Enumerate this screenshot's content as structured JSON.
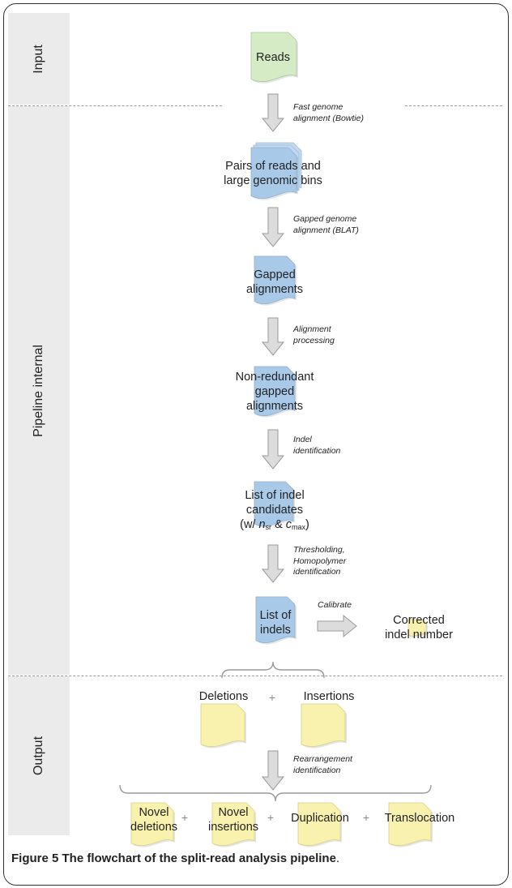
{
  "bands": {
    "input": "Input",
    "pipeline": "Pipeline internal",
    "output": "Output"
  },
  "nodes": {
    "reads": "Reads",
    "pairs": [
      "Pairs of reads and",
      "large genomic bins"
    ],
    "gapped": [
      "Gapped",
      "alignments"
    ],
    "nonredundant": [
      "Non-redundant",
      "gapped",
      "alignments"
    ],
    "candidates": {
      "line1": "List of indel",
      "line2": "candidates",
      "open": "(w/ ",
      "n": "n",
      "n_sub": "sr",
      "amp": " & ",
      "c": "c",
      "c_sub": "max",
      "close": ")"
    },
    "indels": [
      "List of",
      "indels"
    ],
    "corrected": [
      "Corrected",
      "indel number"
    ],
    "deletions": "Deletions",
    "insertions": "Insertions",
    "novel_deletions": [
      "Novel",
      "deletions"
    ],
    "novel_insertions": [
      "Novel",
      "insertions"
    ],
    "duplication": "Duplication",
    "translocation": "Translocation",
    "plus": "+"
  },
  "steps": {
    "s1": [
      "Fast genome",
      "alignment (Bowtie)"
    ],
    "s2": [
      "Gapped genome",
      "alignment (BLAT)"
    ],
    "s3": [
      "Alignment",
      "processing"
    ],
    "s4": [
      "Indel",
      "identification"
    ],
    "s5": [
      "Thresholding,",
      "Homopolymer",
      "identification"
    ],
    "calibrate": "Calibrate",
    "s6": [
      "Rearrangement",
      "identification"
    ]
  },
  "caption": {
    "bold": "Figure 5 The flowchart of the split-read analysis pipeline",
    "end": "."
  },
  "colors": {
    "green_doc": "#d4ebc6",
    "blue_doc": "#a9c9e8",
    "yellow_doc": "#f8f2ae",
    "arrow_fill": "#dcdcdc",
    "arrow_stroke": "#9a9a9a",
    "band": "#ebebeb"
  }
}
